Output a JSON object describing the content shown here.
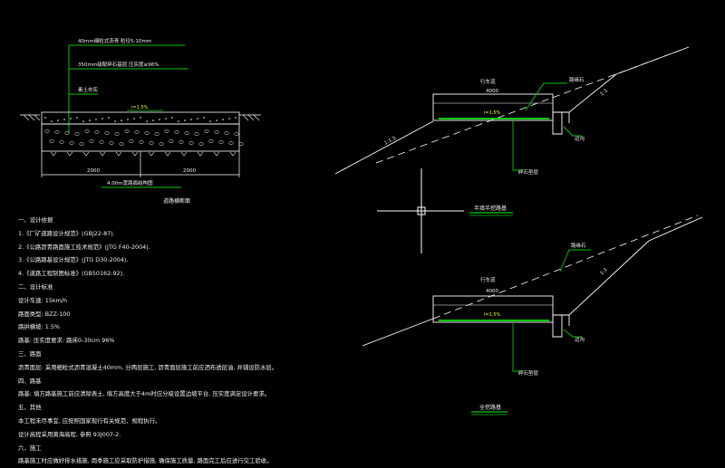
{
  "left_section": {
    "callout_1": "40mm细粒式沥青 粒径5-10mm",
    "callout_2": "350mm级配碎石基层 压实度≥96%",
    "callout_3": "素土夯实",
    "slope_label": "i=1.5%",
    "dim_left": "2000",
    "dim_right": "2000",
    "width_label": "4.00m宽路面结构图",
    "title": "道路横断面"
  },
  "right_top": {
    "road_label": "行车道",
    "width": "4000",
    "slope_label": "i=1.5%",
    "curb_label": "路缘石",
    "ditch_label": "边沟",
    "fill_ratio": "1:1.5",
    "cut_ratio": "1:1",
    "base_label": "碎石垫层",
    "title": "半填半挖路基"
  },
  "right_bottom": {
    "road_label": "行车道",
    "width": "4000",
    "slope_label": "i=1.5%",
    "curb_label": "路缘石",
    "ditch_label": "边沟",
    "cut_ratio": "1:1",
    "base_label": "碎石垫层",
    "title": "全挖路基"
  },
  "notes": [
    "一、设计依据",
    "1.《厂矿道路设计规范》(GBJ22-87).",
    "2.《公路沥青路面施工技术规范》(JTG F40-2004).",
    "3.《公路路基设计规范》(JTG D30-2004).",
    "4.《道路工程制图标准》(GB50162-92).",
    "二、设计标准",
    "设计车速: 15km/h",
    "路面类型: BZZ-100",
    "路拱横坡: 1.5%",
    "路基: 压实度要求: 路床0-30cm 96%",
    "三、路面",
    "沥青面层: 采用细粒式沥青混凝土40mm, 分两层施工, 沥青面层施工前应洒布透层油, 并铺设防水层。",
    "四、路基",
    "路基: 填方路基施工前应清除表土, 填方高度大于4m时应分级设置边坡平台, 压实度满足设计要求。",
    "五、其他",
    "本工程未尽事宜, 应按照国家现行有关规范、规程执行。",
    "设计高程采用黄海高程, 参照 93J007-2.",
    "六、施工",
    "路基施工时应做好排水措施, 雨季施工应采取防护措施, 确保施工质量, 路面完工后应进行交工验收。"
  ],
  "colors": {
    "background": "#000000",
    "line": "#ffffff",
    "accent": "#00c800",
    "text": "#f0f0f0",
    "label": "#ffff00"
  }
}
